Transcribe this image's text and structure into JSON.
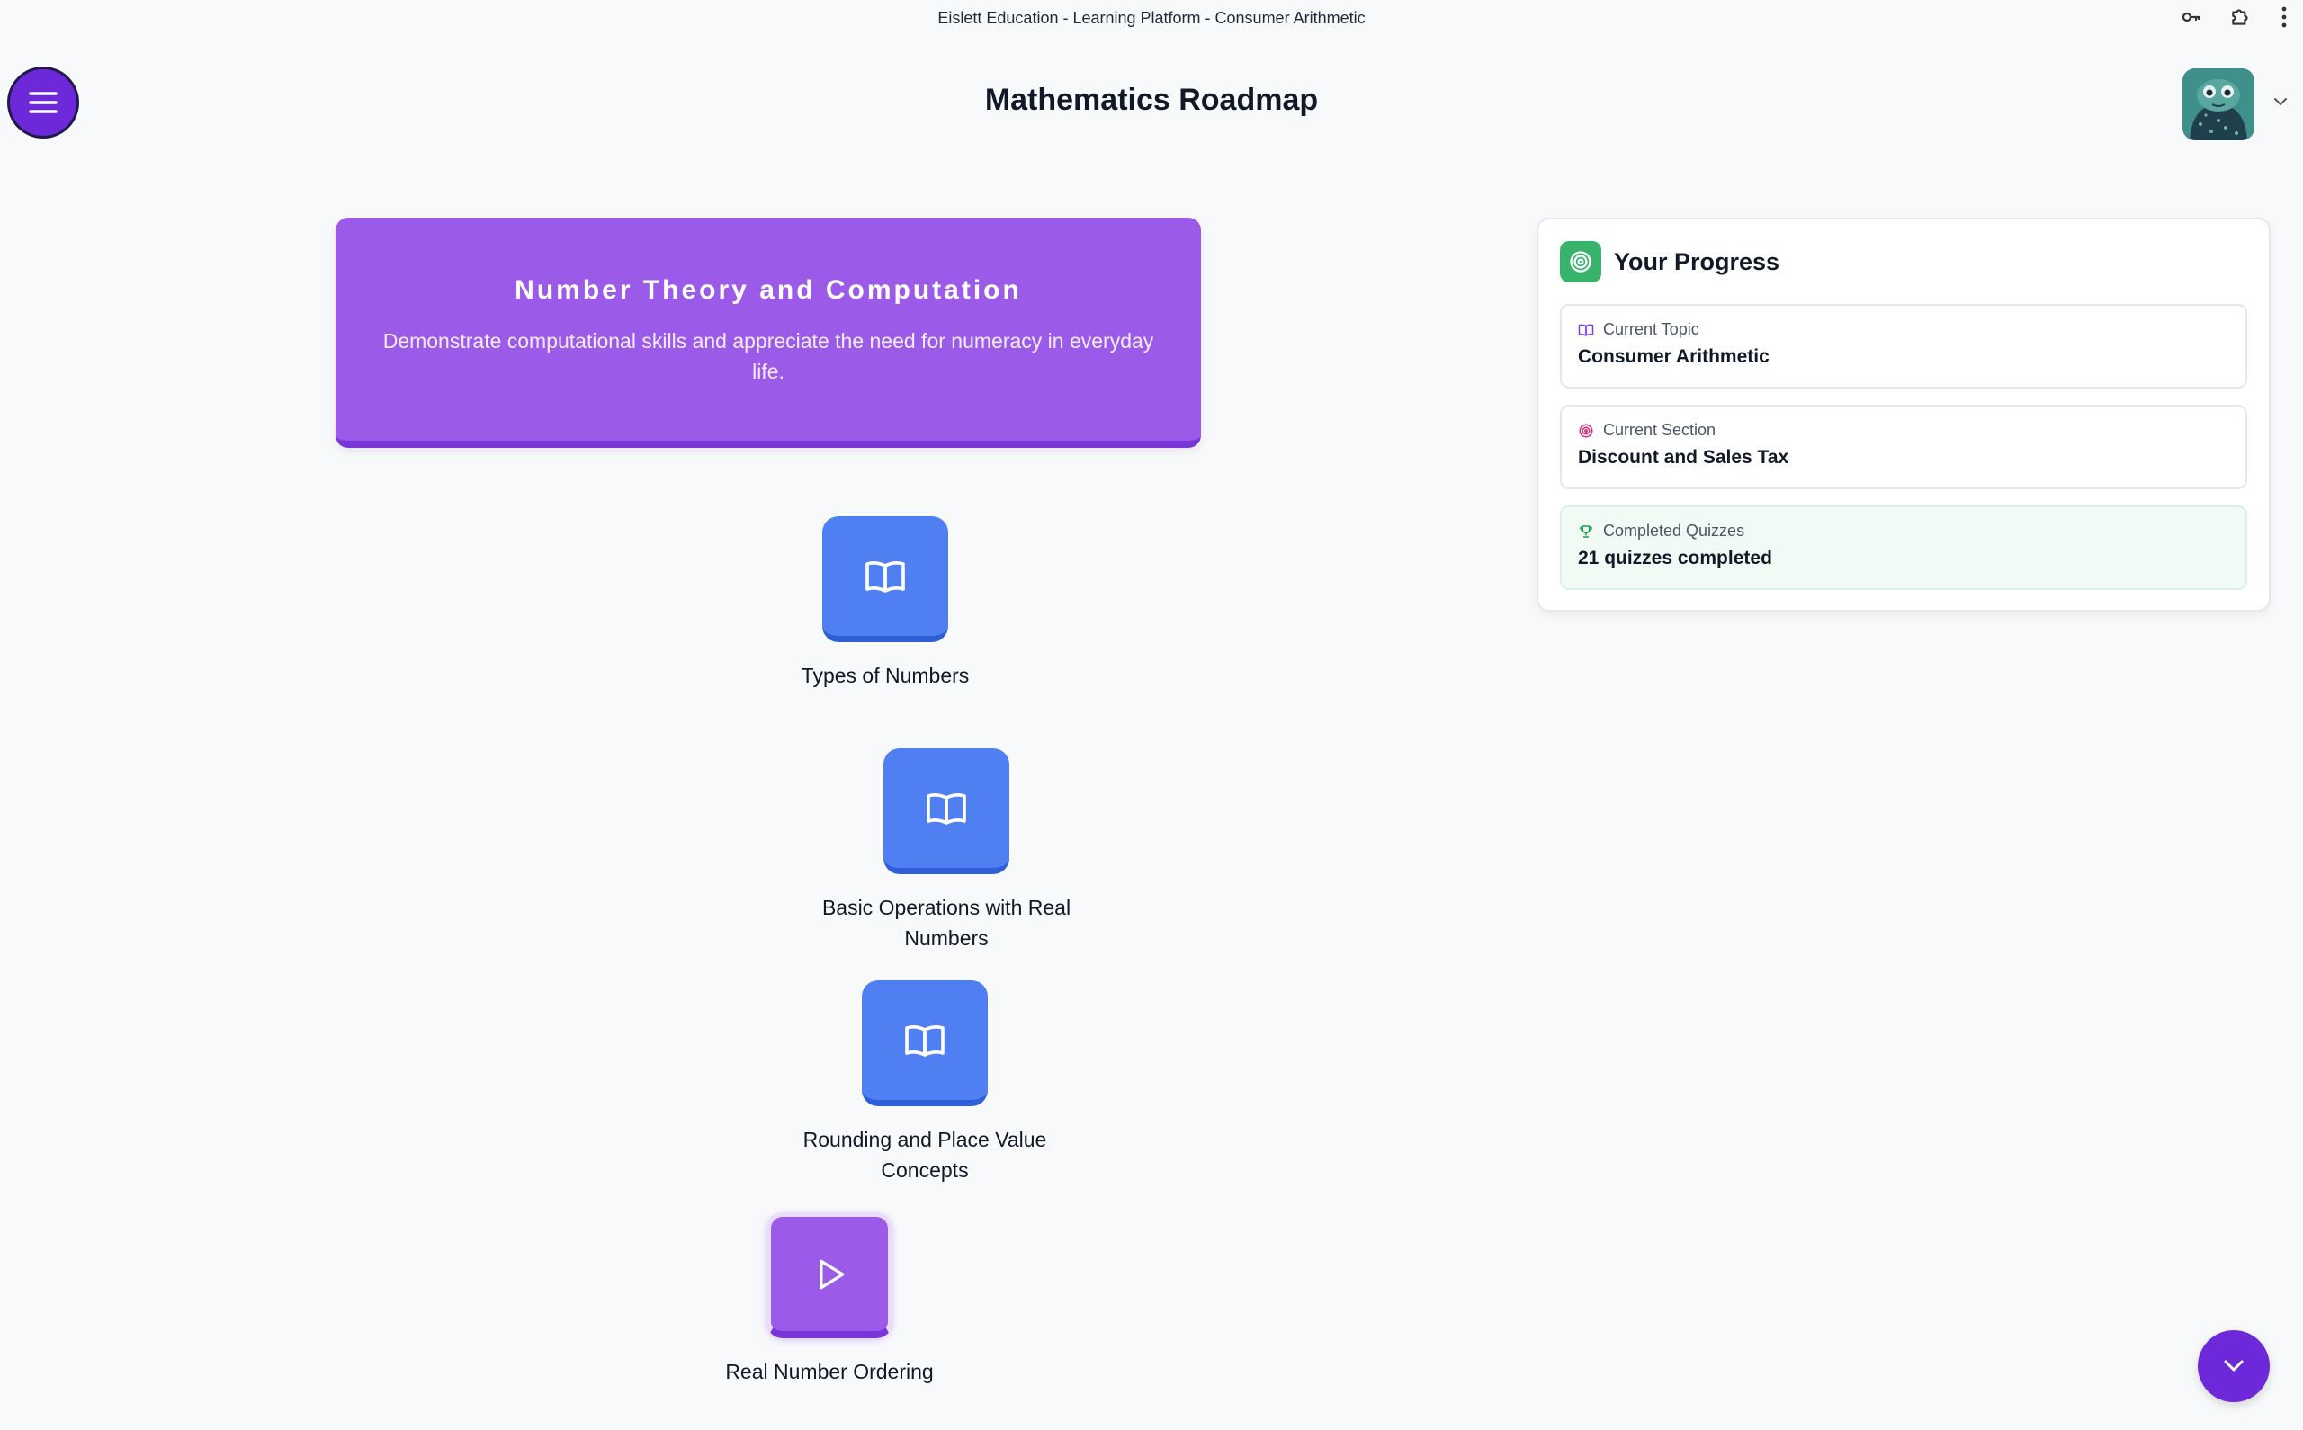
{
  "window": {
    "title": "Eislett Education - Learning Platform - Consumer Arithmetic",
    "icons": [
      "key-icon",
      "puzzle-extension-icon",
      "more-vertical-icon"
    ]
  },
  "header": {
    "title": "Mathematics Roadmap",
    "menu_icon": "hamburger-menu-icon",
    "avatar_icon": "monster-avatar",
    "avatar_chevron_icon": "chevron-down-icon"
  },
  "unit": {
    "title": "Number Theory and Computation",
    "description": "Demonstrate computational skills and appreciate the need for numeracy in everyday life."
  },
  "lessons": [
    {
      "label": "Types of Numbers",
      "status": "available",
      "icon": "book-open-icon"
    },
    {
      "label": "Basic Operations with Real Numbers",
      "status": "available",
      "icon": "book-open-icon"
    },
    {
      "label": "Rounding and Place Value Concepts",
      "status": "available",
      "icon": "book-open-icon"
    },
    {
      "label": "Real Number Ordering",
      "status": "current",
      "icon": "play-icon"
    }
  ],
  "progress": {
    "title": "Your Progress",
    "icon": "target-icon",
    "items": [
      {
        "label": "Current Topic",
        "value": "Consumer Arithmetic",
        "icon": "book-open-icon"
      },
      {
        "label": "Current Section",
        "value": "Discount and Sales Tax",
        "icon": "target-icon"
      },
      {
        "label": "Completed Quizzes",
        "value": "21 quizzes completed",
        "icon": "trophy-icon"
      }
    ]
  },
  "fab": {
    "icon": "chevron-down-icon"
  },
  "colors": {
    "accent_purple": "#6d28d9",
    "banner_purple": "#9b5be8",
    "lesson_blue": "#4f7ff0",
    "progress_green": "#37b36b"
  }
}
